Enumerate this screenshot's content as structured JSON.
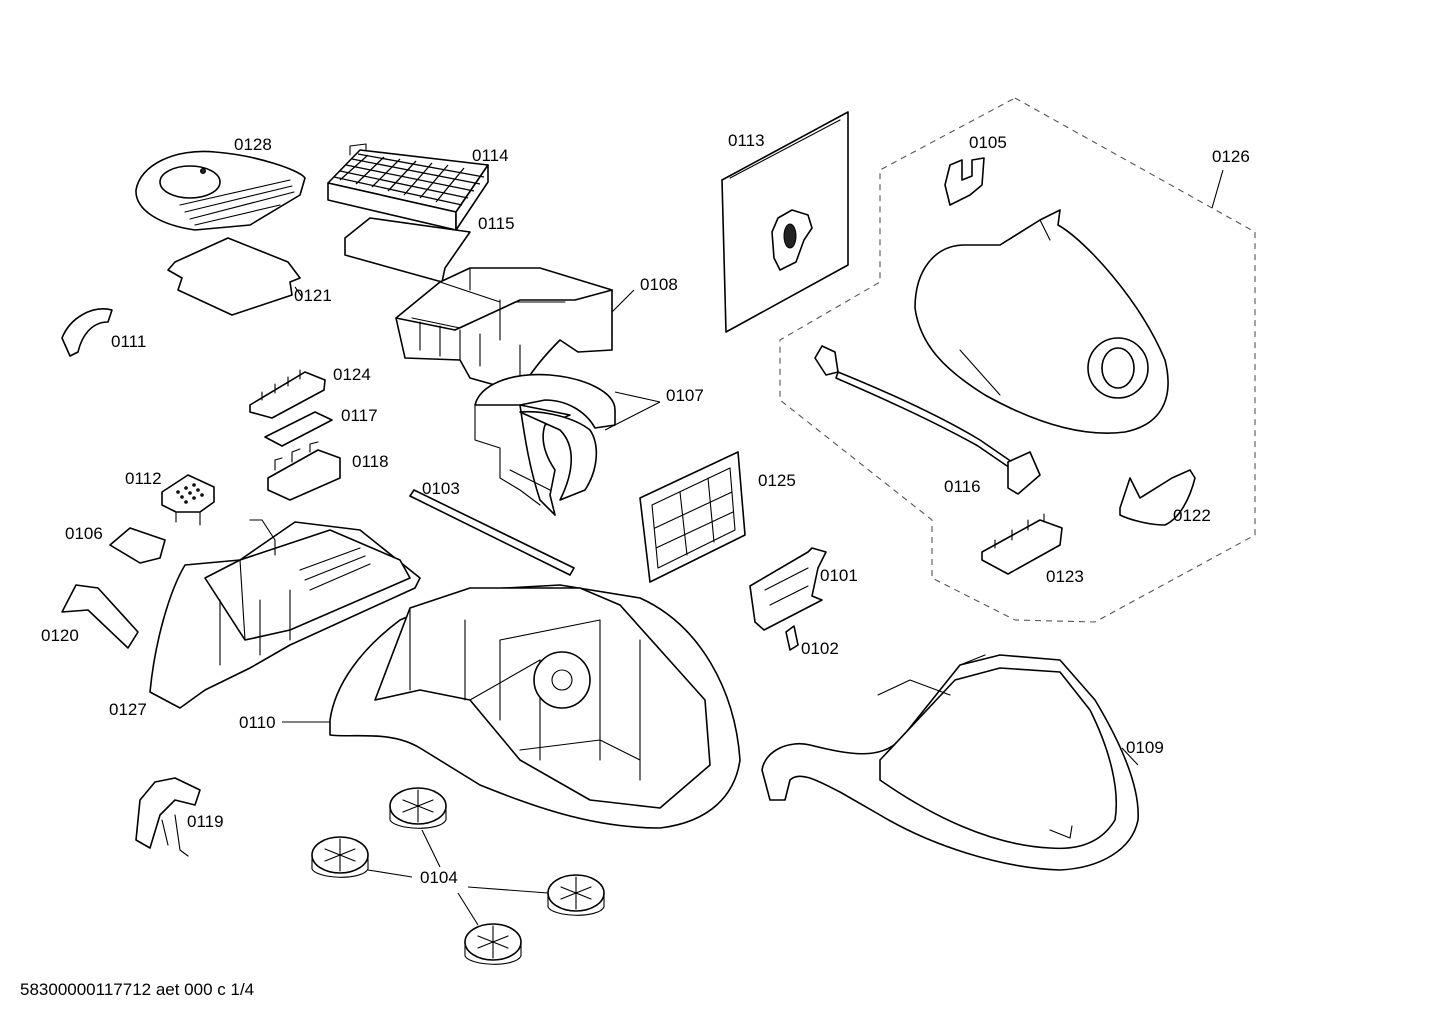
{
  "diagram": {
    "parts": [
      {
        "id": "p0101",
        "label": "0101"
      },
      {
        "id": "p0102",
        "label": "0102"
      },
      {
        "id": "p0103",
        "label": "0103"
      },
      {
        "id": "p0104",
        "label": "0104"
      },
      {
        "id": "p0105",
        "label": "0105"
      },
      {
        "id": "p0106",
        "label": "0106"
      },
      {
        "id": "p0107",
        "label": "0107"
      },
      {
        "id": "p0108",
        "label": "0108"
      },
      {
        "id": "p0109",
        "label": "0109"
      },
      {
        "id": "p0110",
        "label": "0110"
      },
      {
        "id": "p0111",
        "label": "0111"
      },
      {
        "id": "p0112",
        "label": "0112"
      },
      {
        "id": "p0113",
        "label": "0113"
      },
      {
        "id": "p0114",
        "label": "0114"
      },
      {
        "id": "p0115",
        "label": "0115"
      },
      {
        "id": "p0116",
        "label": "0116"
      },
      {
        "id": "p0117",
        "label": "0117"
      },
      {
        "id": "p0118",
        "label": "0118"
      },
      {
        "id": "p0119",
        "label": "0119"
      },
      {
        "id": "p0120",
        "label": "0120"
      },
      {
        "id": "p0121",
        "label": "0121"
      },
      {
        "id": "p0122",
        "label": "0122"
      },
      {
        "id": "p0123",
        "label": "0123"
      },
      {
        "id": "p0124",
        "label": "0124"
      },
      {
        "id": "p0125",
        "label": "0125"
      },
      {
        "id": "p0126",
        "label": "0126"
      },
      {
        "id": "p0127",
        "label": "0127"
      },
      {
        "id": "p0128",
        "label": "0128"
      }
    ]
  },
  "footer": {
    "drawing_id": "58300000117712 aet 000 c 1/4"
  }
}
